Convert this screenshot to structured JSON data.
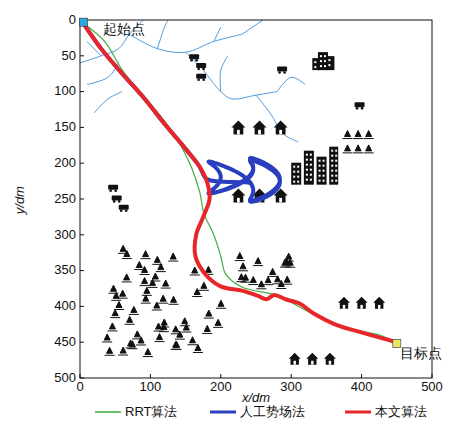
{
  "diagram": {
    "labels": [
      "起始点",
      "目标点",
      "0",
      "50",
      "100",
      "150",
      "200",
      "250",
      "300",
      "350",
      "400",
      "450",
      "500",
      "y/dm",
      "0",
      "100",
      "200",
      "300",
      "400",
      "500",
      "x/dm"
    ],
    "legend": [
      {
        "text": "RRT算法"
      },
      {
        "text": "人工势场法"
      },
      {
        "text": "本文算法"
      }
    ]
  }
}
